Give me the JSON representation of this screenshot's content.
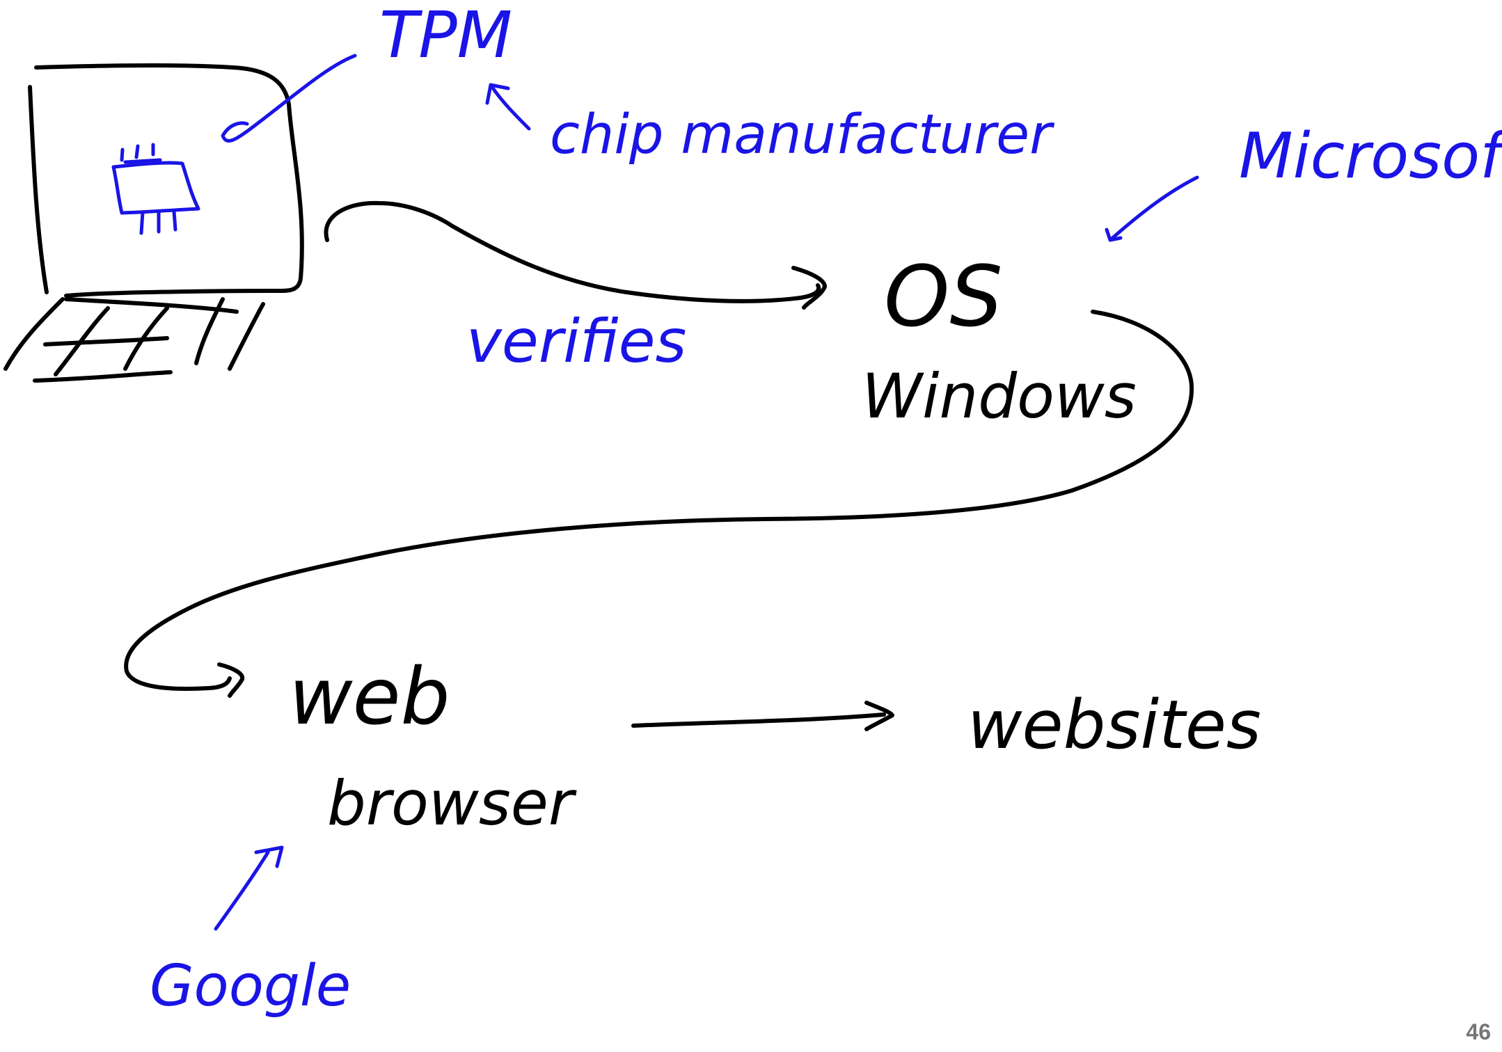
{
  "annotations": {
    "tpm": "TPM",
    "chip_manufacturer": "chip manufacturer",
    "microsoft": "Microsoft",
    "verifies": "verifies",
    "google": "Google"
  },
  "nodes": {
    "os": "OS",
    "windows": "Windows",
    "web": "web",
    "browser": "browser",
    "websites": "websites"
  },
  "slide_number": "46",
  "colors": {
    "ink": "#000000",
    "annotation": "#1a14e6",
    "slide_number": "#777777"
  },
  "icons": [
    "laptop-icon",
    "chip-icon"
  ]
}
